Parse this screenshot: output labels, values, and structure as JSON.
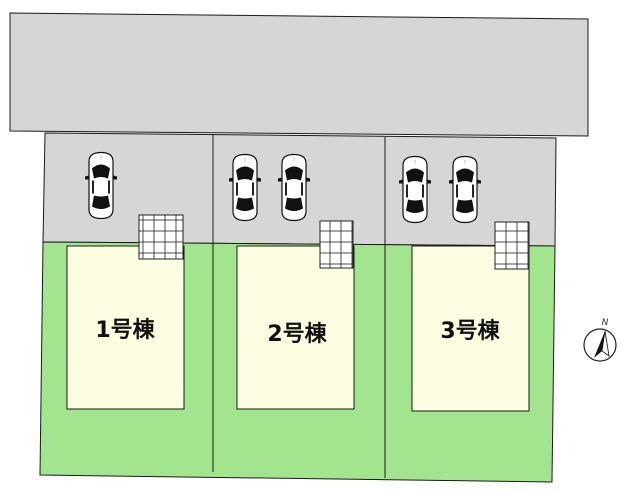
{
  "colors": {
    "road": "#d6d6d6",
    "parking": "#d6d6d6",
    "garden": "#a3e48f",
    "house": "#fdfde1",
    "outline": "#1a1a1a"
  },
  "plots": [
    {
      "label": "1号棟",
      "cars": 1
    },
    {
      "label": "2号棟",
      "cars": 2
    },
    {
      "label": "3号棟",
      "cars": 2
    }
  ],
  "compass": {
    "label": "N",
    "icon": "north-arrow-icon"
  }
}
